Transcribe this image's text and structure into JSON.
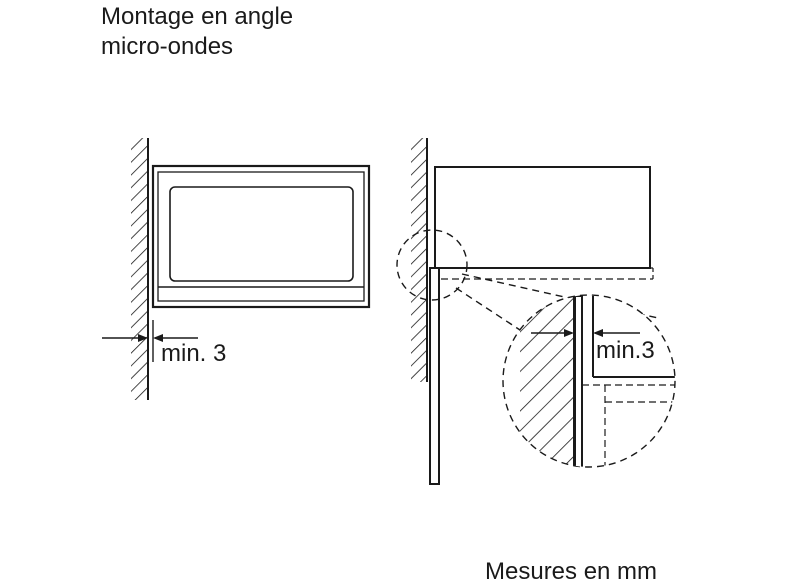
{
  "title": {
    "line1": "Montage en angle",
    "line2": "micro-ondes"
  },
  "left_view": {
    "clearance_label": "min. 3"
  },
  "detail_view": {
    "clearance_label": "min.3"
  },
  "footer": "Mesures en mm",
  "colors": {
    "line": "#1a1a1a",
    "background": "#ffffff"
  }
}
